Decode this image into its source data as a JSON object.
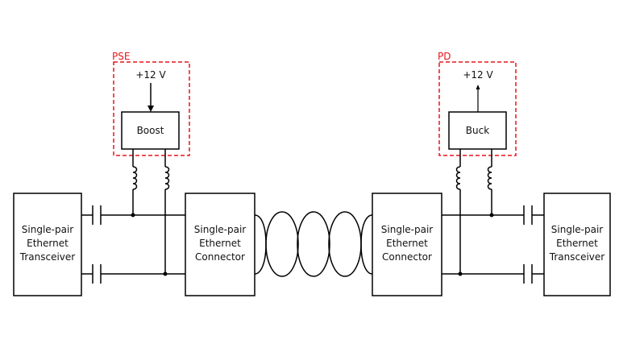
{
  "diagram": {
    "type": "single-pair-ethernet-poDL-schematic",
    "pse": {
      "label": "PSE",
      "supply": "+12 V",
      "converter": "Boost"
    },
    "pd": {
      "label": "PD",
      "supply": "+12 V",
      "converter": "Buck"
    },
    "left_transceiver": [
      "Single-pair",
      "Ethernet",
      "Transceiver"
    ],
    "left_connector": [
      "Single-pair",
      "Ethernet",
      "Connector"
    ],
    "right_connector": [
      "Single-pair",
      "Ethernet",
      "Connector"
    ],
    "right_transceiver": [
      "Single-pair",
      "Ethernet",
      "Transceiver"
    ],
    "colors": {
      "line": "#000000",
      "power_domain_border": "#e8141c"
    }
  }
}
